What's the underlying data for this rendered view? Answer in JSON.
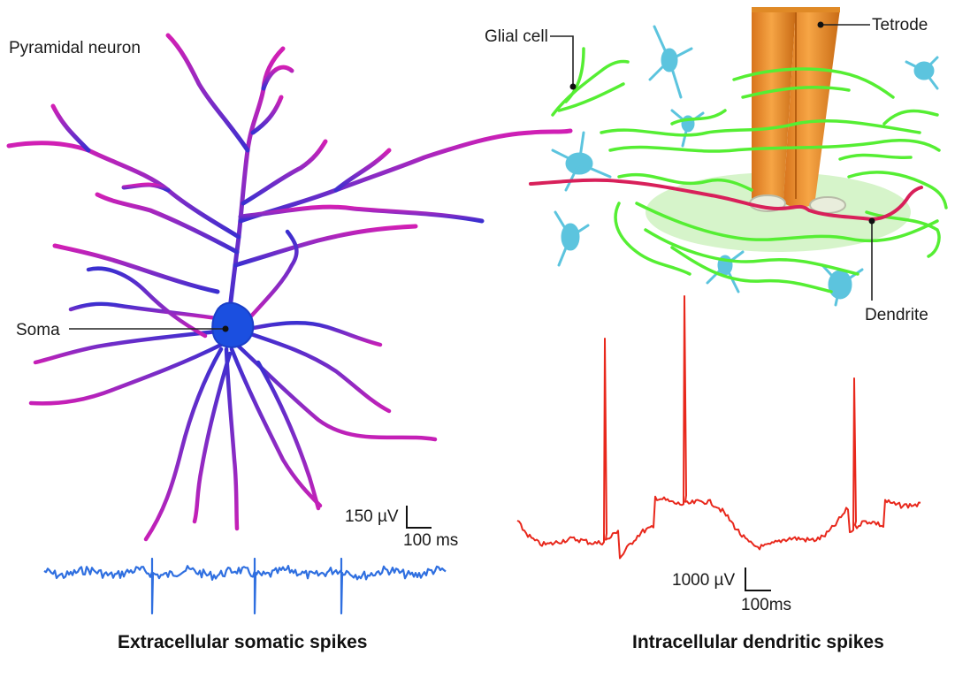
{
  "labels": {
    "pyramidal_neuron": "Pyramidal neuron",
    "soma": "Soma",
    "glial_cell": "Glial cell",
    "tetrode": "Tetrode",
    "dendrite": "Dendrite"
  },
  "scale_bars": {
    "extracellular": {
      "voltage": "150 µV",
      "time": "100 ms"
    },
    "intracellular": {
      "voltage": "1000 µV",
      "time": "100ms"
    }
  },
  "captions": {
    "extracellular": "Extracellular somatic spikes",
    "intracellular": "Intracellular dendritic spikes"
  },
  "colors": {
    "neuron_tip": "#d21fb4",
    "neuron_base": "#3a2fd0",
    "soma": "#1b4fe0",
    "glia_green": "#55ee33",
    "glia_cyan": "#5cc4de",
    "tetrode": "#f29a2e",
    "dendrite_trace": "#d8205a",
    "extracellular_trace": "#2f6fe0",
    "intracellular_trace": "#e8281c"
  }
}
